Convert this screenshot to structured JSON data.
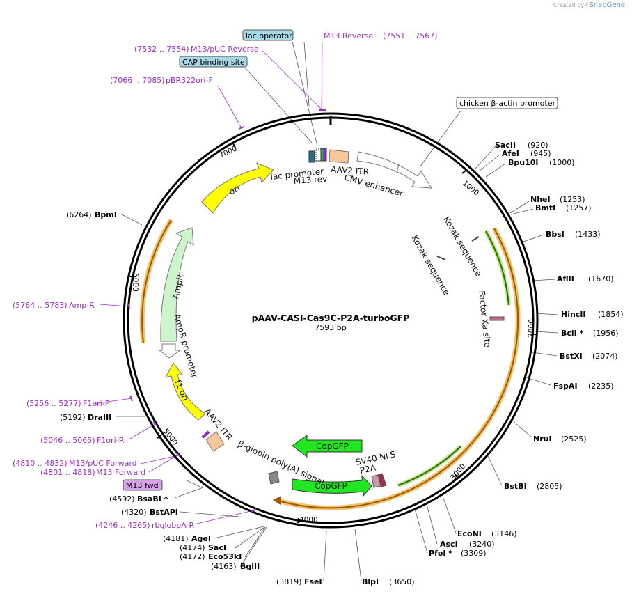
{
  "watermark": {
    "prefix": "Created by",
    "brand": "SnapGene"
  },
  "plasmid": {
    "name": "pAAV-CASI-Cas9C-P2A-turboGFP",
    "size": "7593 bp"
  },
  "ticks": [
    "1000",
    "2000",
    "3000",
    "4000",
    "5000",
    "6000",
    "7000"
  ],
  "sites": [
    {
      "name": "SacII",
      "pos": "(920)"
    },
    {
      "name": "AfeI",
      "pos": "(945)"
    },
    {
      "name": "Bpu10I",
      "pos": "(1000)"
    },
    {
      "name": "NheI",
      "pos": "(1253)"
    },
    {
      "name": "BmtI",
      "pos": "(1257)"
    },
    {
      "name": "BbsI",
      "pos": "(1433)"
    },
    {
      "name": "AflII",
      "pos": "(1670)"
    },
    {
      "name": "HincII",
      "pos": "(1854)"
    },
    {
      "name": "BclI *",
      "pos": "(1956)"
    },
    {
      "name": "BstXI",
      "pos": "(2074)"
    },
    {
      "name": "FspAI",
      "pos": "(2235)"
    },
    {
      "name": "NruI",
      "pos": "(2525)"
    },
    {
      "name": "BstBI",
      "pos": "(2805)"
    },
    {
      "name": "EcoNI",
      "pos": "(3146)"
    },
    {
      "name": "AscI",
      "pos": "(3240)"
    },
    {
      "name": "PfoI *",
      "pos": "(3309)"
    },
    {
      "name": "BlpI",
      "pos": "(3650)"
    },
    {
      "name": "FseI",
      "pos": "(3819)"
    },
    {
      "name": "BglII",
      "pos": "(4163)"
    },
    {
      "name": "Eco53kI",
      "pos": "(4172)"
    },
    {
      "name": "SacI",
      "pos": "(4174)"
    },
    {
      "name": "AgeI",
      "pos": "(4181)"
    },
    {
      "name": "BstAPI",
      "pos": "(4320)"
    },
    {
      "name": "BsaBI *",
      "pos": "(4592)"
    },
    {
      "name": "DraIII",
      "pos": "(5192)"
    },
    {
      "name": "BpmI",
      "pos": "(6264)"
    }
  ],
  "primers": [
    {
      "name": "M13 Reverse",
      "pos": "(7551 .. 7567)"
    },
    {
      "name": "M13/pUC Reverse",
      "pos": "(7532 .. 7554)"
    },
    {
      "name": "pBR322ori-F",
      "pos": "(7066 .. 7085)"
    },
    {
      "name": "Amp-R",
      "pos": "(5764 .. 5783)"
    },
    {
      "name": "F1ori-F",
      "pos": "(5256 .. 5277)"
    },
    {
      "name": "F1ori-R",
      "pos": "(5046 .. 5065)"
    },
    {
      "name": "M13/pUC Forward",
      "pos": "(4810 .. 4832)"
    },
    {
      "name": "M13 Forward",
      "pos": "(4801 .. 4818)"
    },
    {
      "name": "rbglobpA-R",
      "pos": "(4246 .. 4265)"
    }
  ],
  "boxed": {
    "lac_operator": "lac operator",
    "cap_site": "CAP binding site",
    "chicken_promoter": "chicken β-actin promoter",
    "m13_fwd": "M13 fwd"
  },
  "features": {
    "ori": "ori",
    "ampr": "AmpR",
    "ampr_promoter": "AmpR promoter",
    "f1_ori": "f1 ori",
    "aav2_itr_left": "AAV2 ITR",
    "aav2_itr_top": "AAV2 ITR",
    "lac_promoter": "lac promoter",
    "m13_rev": "M13 rev",
    "cmv_enhancer": "CMV enhancer",
    "kozak1": "Kozak sequence",
    "kozak2": "Kozak sequence",
    "factor_xa": "Factor Xa site",
    "copgfp1": "CopGFP",
    "copgfp2": "CopGFP",
    "sv40_nls": "SV40 NLS",
    "p2a": "P2A",
    "bglobin": "β-globin poly(A) signal"
  },
  "colors": {
    "backbone": "#000000",
    "ori": "#ffff00",
    "ampr": "#ccf5cc",
    "cds_green": "#22e622",
    "itr": "#f8c89a",
    "primer": "#9b2fc3",
    "orange_arc": "#c87a10",
    "lac_box": "#a8d8e8",
    "m13_box": "#d8a0e8"
  }
}
